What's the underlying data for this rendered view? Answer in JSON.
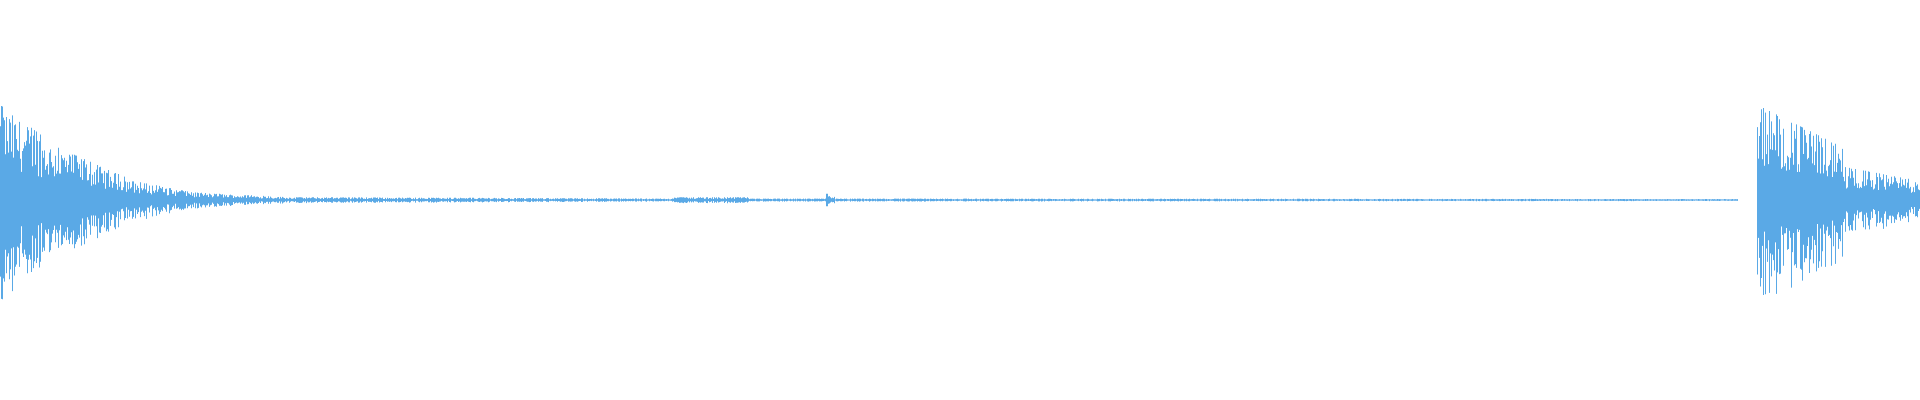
{
  "waveform": {
    "color": "#5aa9e6",
    "segments": [
      {
        "start": 0.0,
        "end": 0.03,
        "level": 1.0,
        "decay_to": 0.55
      },
      {
        "start": 0.03,
        "end": 0.07,
        "level": 0.55,
        "decay_to": 0.2
      },
      {
        "start": 0.07,
        "end": 0.1,
        "level": 0.2,
        "decay_to": 0.08
      },
      {
        "start": 0.1,
        "end": 0.15,
        "level": 0.08,
        "decay_to": 0.03
      },
      {
        "start": 0.15,
        "end": 0.35,
        "level": 0.03,
        "decay_to": 0.015
      },
      {
        "start": 0.35,
        "end": 0.39,
        "level": 0.03,
        "decay_to": 0.03
      },
      {
        "start": 0.39,
        "end": 0.43,
        "level": 0.015,
        "decay_to": 0.015
      },
      {
        "start": 0.43,
        "end": 0.435,
        "level": 0.07,
        "decay_to": 0.03
      },
      {
        "start": 0.435,
        "end": 0.905,
        "level": 0.015,
        "decay_to": 0.01
      },
      {
        "start": 0.905,
        "end": 0.915,
        "level": 0.0,
        "decay_to": 0.0
      },
      {
        "start": 0.915,
        "end": 0.96,
        "level": 1.0,
        "decay_to": 0.55
      },
      {
        "start": 0.96,
        "end": 1.0,
        "level": 0.35,
        "decay_to": 0.2
      }
    ]
  }
}
